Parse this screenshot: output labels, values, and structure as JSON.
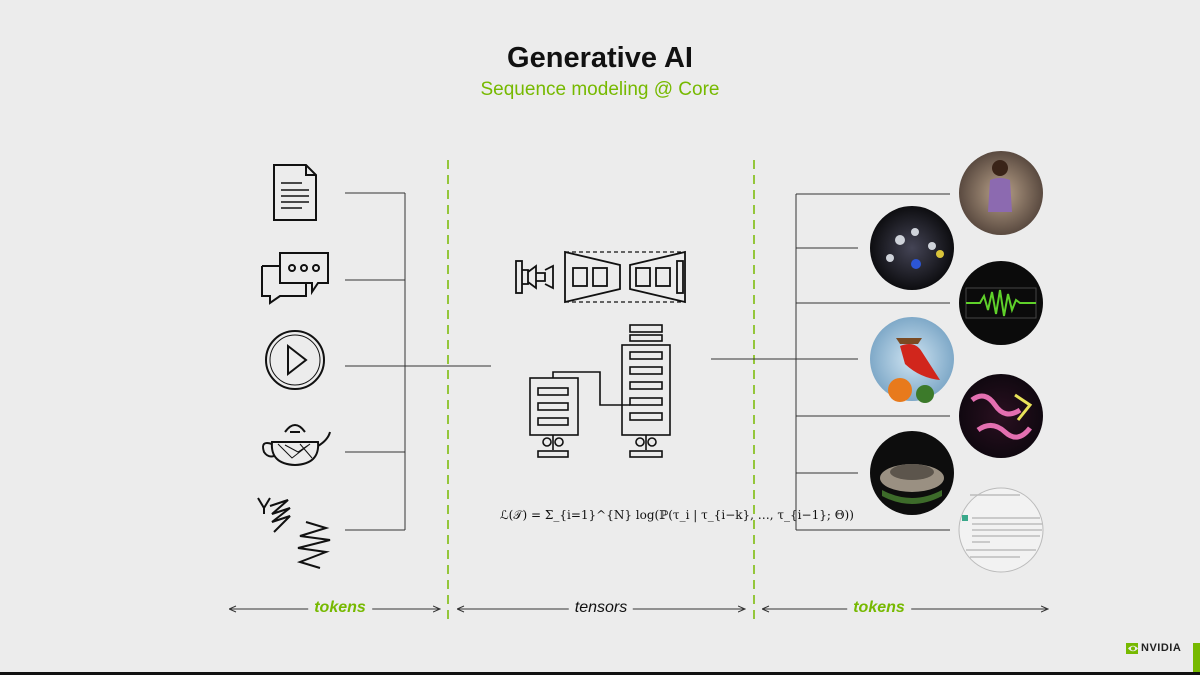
{
  "header": {
    "title": "Generative AI",
    "subtitle": "Sequence modeling @ Core"
  },
  "inputs": {
    "icons": [
      "document-icon",
      "chat-icon",
      "play-video-icon",
      "teapot-3d-icon",
      "protein-molecule-icon"
    ]
  },
  "model": {
    "icons": [
      "autoencoder-icon",
      "transformer-icon"
    ],
    "formula": "ℒ(𝒯) = Σ_{i=1}^{N} log(ℙ(τ_i | τ_{i−k}, …, τ_{i−1}; Θ))"
  },
  "outputs": {
    "images": [
      "animated-character-image",
      "molecule-image",
      "audio-waveform-image",
      "parrot-image",
      "protein-structure-image",
      "colosseum-3d-image",
      "chat-text-image"
    ]
  },
  "axis": {
    "left_label": "tokens",
    "middle_label": "tensors",
    "right_label": "tokens"
  },
  "brand": {
    "name": "NVIDIA",
    "accent": "#76b900"
  }
}
